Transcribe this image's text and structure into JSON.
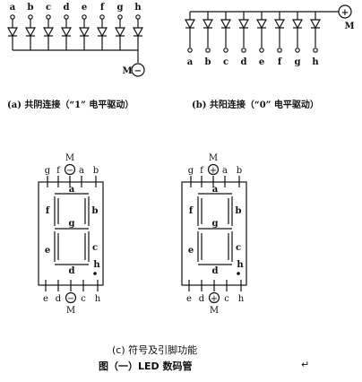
{
  "panel_a": {
    "pin_labels": [
      "a",
      "b",
      "c",
      "d",
      "e",
      "f",
      "g",
      "h"
    ],
    "common_label": "M",
    "common_sign": "−",
    "caption": "(a) 共阴连接（“1” 电平驱动）"
  },
  "panel_b": {
    "pin_labels": [
      "a",
      "b",
      "c",
      "d",
      "e",
      "f",
      "g",
      "h"
    ],
    "common_label": "M",
    "common_sign": "+",
    "caption": "(b) 共阳连接（“0” 电平驱动）"
  },
  "display_left": {
    "top_pins": [
      "g",
      "f",
      "a",
      "b"
    ],
    "top_common": "M",
    "top_sign": "−",
    "bottom_pins": [
      "e",
      "d",
      "c",
      "h"
    ],
    "bottom_common": "M",
    "bottom_sign": "−",
    "segments": {
      "a": "a",
      "b": "b",
      "c": "c",
      "d": "d",
      "e": "e",
      "f": "f",
      "g": "g",
      "h": "h"
    }
  },
  "display_right": {
    "top_pins": [
      "g",
      "f",
      "a",
      "b"
    ],
    "top_common": "M",
    "top_sign": "+",
    "bottom_pins": [
      "e",
      "d",
      "c",
      "h"
    ],
    "bottom_common": "M",
    "bottom_sign": "+",
    "segments": {
      "a": "a",
      "b": "b",
      "c": "c",
      "d": "d",
      "e": "e",
      "f": "f",
      "g": "g",
      "h": "h"
    }
  },
  "caption_c": "(c) 符号及引脚功能",
  "figure_title": "图（一）LED 数码管",
  "stray_mark": "↵"
}
